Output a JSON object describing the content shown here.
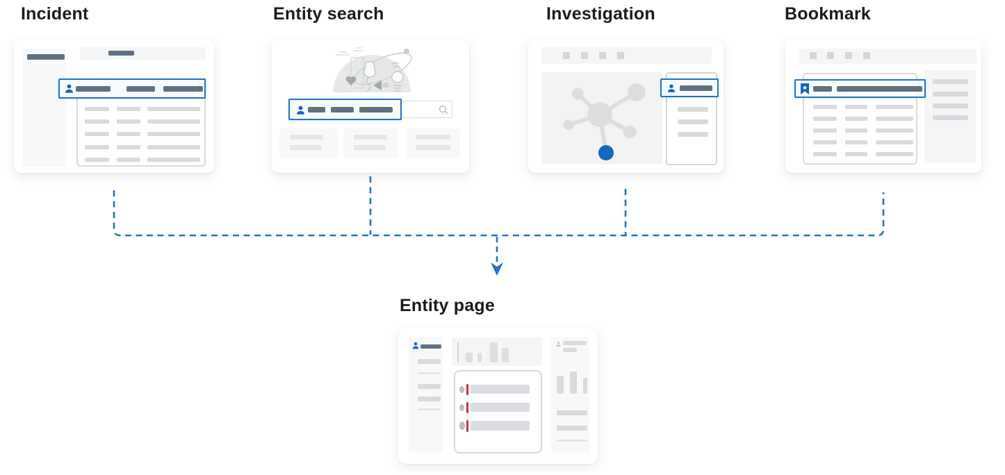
{
  "diagram": {
    "sources": [
      {
        "id": "incident",
        "label": "Incident"
      },
      {
        "id": "entity-search",
        "label": "Entity search"
      },
      {
        "id": "investigation",
        "label": "Investigation"
      },
      {
        "id": "bookmark",
        "label": "Bookmark"
      }
    ],
    "target": {
      "id": "entity-page",
      "label": "Entity page"
    },
    "connector_style": "blue-dashed-lines-merging-into-single-arrow"
  },
  "palette": {
    "accent_blue": "#1b74cf",
    "icon_blue": "#1064c1",
    "node_blue": "#1268c3",
    "slate": "#5f7082",
    "red": "#cf2e3e",
    "gray_bar": "#d9dadc",
    "light_bar": "#e3e5e7",
    "panel_gray": "#f4f5f6",
    "panel_lighter": "#f7f8f9",
    "sketch_border": "#d9dbdd",
    "title_text": "#1b1b1b"
  },
  "icons": {
    "person": "blue bust silhouette",
    "bookmark": "blue ribbon with white star",
    "search": "gray magnifier",
    "arrow": "blue chevron arrowhead"
  }
}
